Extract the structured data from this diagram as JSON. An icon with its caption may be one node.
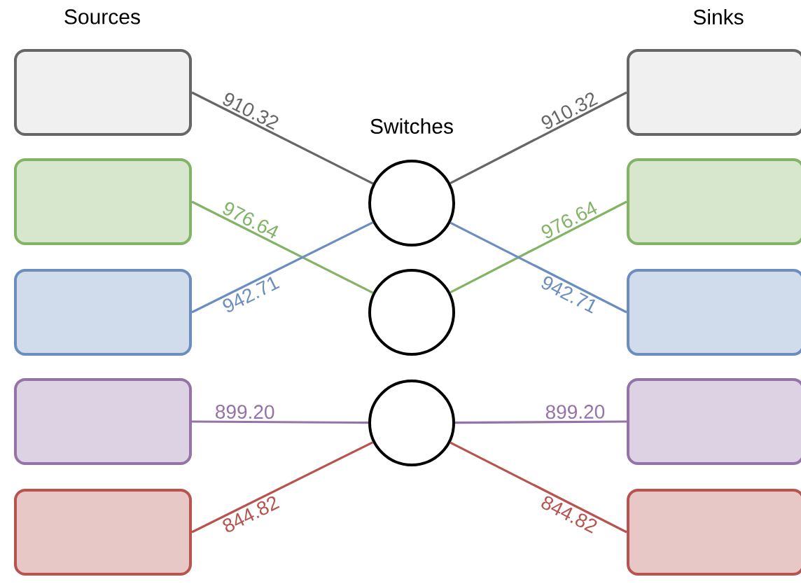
{
  "diagram": {
    "nodes": [
      {
        "text": [],
        "shape": "box"
      },
      {
        "text": [],
        "shape": "box"
      },
      {
        "text": [],
        "shape": "box"
      },
      {
        "text": [],
        "shape": "box"
      },
      {
        "text": [],
        "shape": "box"
      },
      {
        "text": [],
        "shape": "circle"
      },
      {
        "text": [],
        "shape": "circle"
      },
      {
        "text": [],
        "shape": "circle"
      },
      {
        "text": [],
        "shape": "box"
      },
      {
        "text": [],
        "shape": "box"
      },
      {
        "text": [],
        "shape": "box"
      },
      {
        "text": [],
        "shape": "box"
      },
      {
        "text": [],
        "shape": "box"
      }
    ],
    "edges": [
      {
        "from": 0,
        "to": 5,
        "arrow": "none",
        "label": "910.32",
        "color": "#666666"
      },
      {
        "from": 5,
        "to": 8,
        "arrow": "none",
        "label": "910.32",
        "color": "#666666"
      },
      {
        "from": 1,
        "to": 6,
        "arrow": "none",
        "label": "976.64",
        "color": "#82b366"
      },
      {
        "from": 6,
        "to": 9,
        "arrow": "none",
        "label": "976.64",
        "color": "#82b366"
      },
      {
        "from": 2,
        "to": 5,
        "arrow": "none",
        "label": "942.71",
        "color": "#6c8ebf"
      },
      {
        "from": 5,
        "to": 10,
        "arrow": "none",
        "label": "942.71",
        "color": "#6c8ebf"
      },
      {
        "from": 3,
        "to": 7,
        "arrow": "none",
        "label": "899.20",
        "color": "#9673a6"
      },
      {
        "from": 7,
        "to": 11,
        "arrow": "none",
        "label": "899.20",
        "color": "#9673a6"
      },
      {
        "from": 4,
        "to": 7,
        "arrow": "none",
        "label": "844.82",
        "color": "#b85450"
      },
      {
        "from": 7,
        "to": 12,
        "arrow": "none",
        "label": "844.82",
        "color": "#b85450"
      }
    ],
    "labels": [
      "Sources",
      "Sinks",
      "Switches"
    ]
  }
}
